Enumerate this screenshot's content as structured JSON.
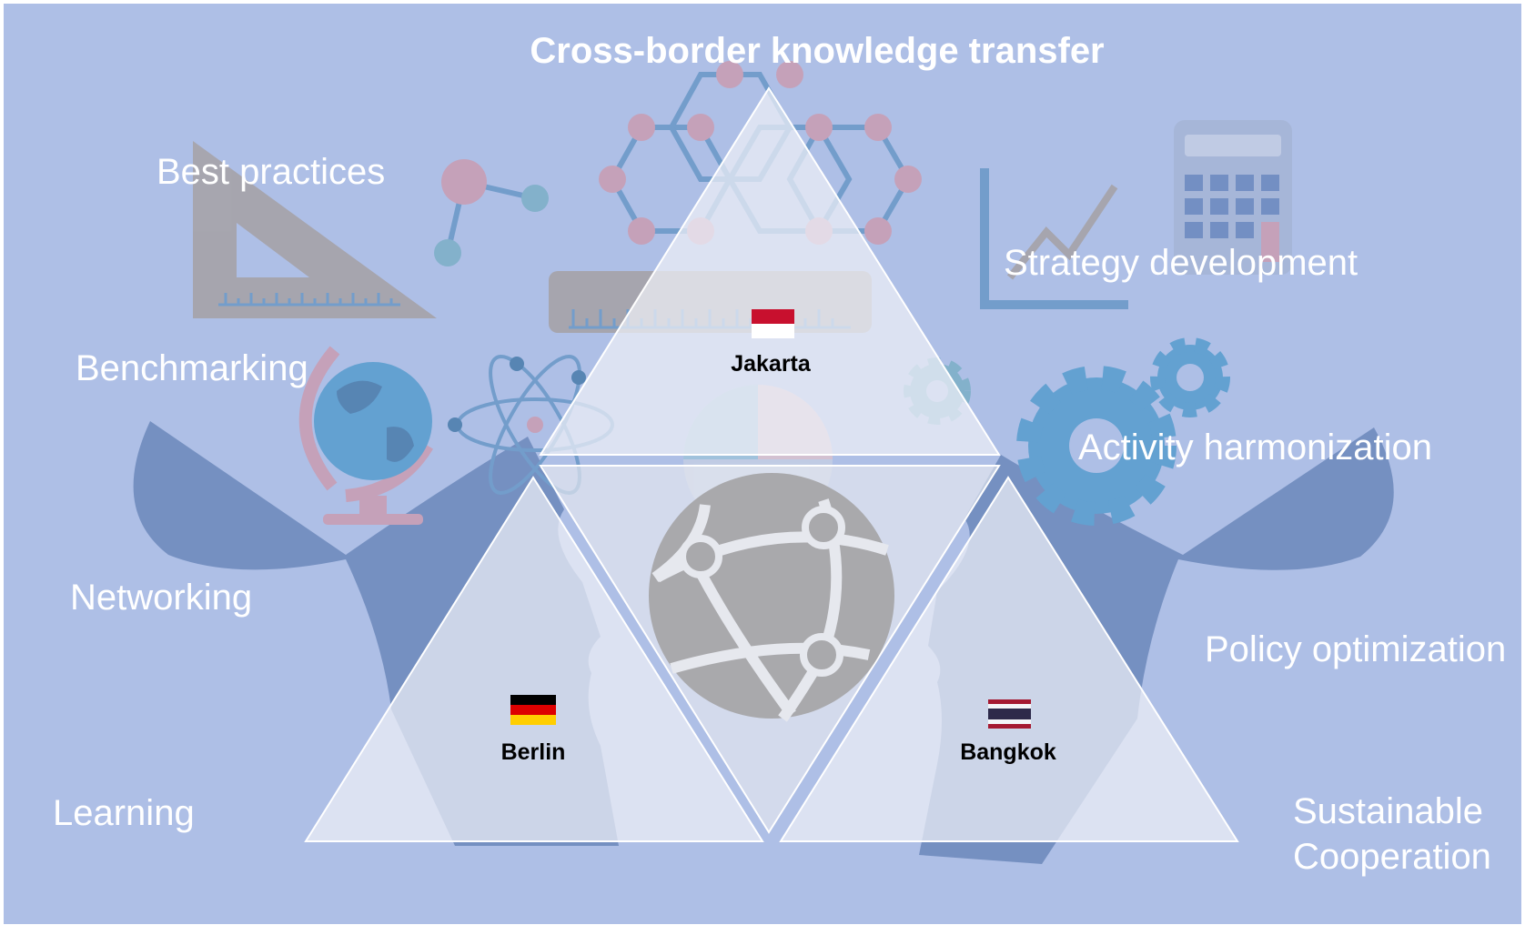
{
  "title": "Cross-border knowledge transfer",
  "left_labels": {
    "best_practices": "Best practices",
    "benchmarking": "Benchmarking",
    "networking": "Networking",
    "learning": "Learning"
  },
  "right_labels": {
    "strategy_development": "Strategy development",
    "activity_harmonization": "Activity harmonization",
    "policy_optimization": "Policy optimization",
    "sustainable_line1": "Sustainable",
    "sustainable_line2": "Cooperation"
  },
  "cities": {
    "top": {
      "name": "Jakarta",
      "flag": "indonesia-flag"
    },
    "left": {
      "name": "Berlin",
      "flag": "germany-flag"
    },
    "right": {
      "name": "Bangkok",
      "flag": "thailand-flag"
    }
  },
  "colors": {
    "background": "#aebfe6",
    "silhouette": "#6f8bbd",
    "triangle_fill": "#eef0f6",
    "label_text": "#ffffff",
    "city_text": "#000000"
  }
}
